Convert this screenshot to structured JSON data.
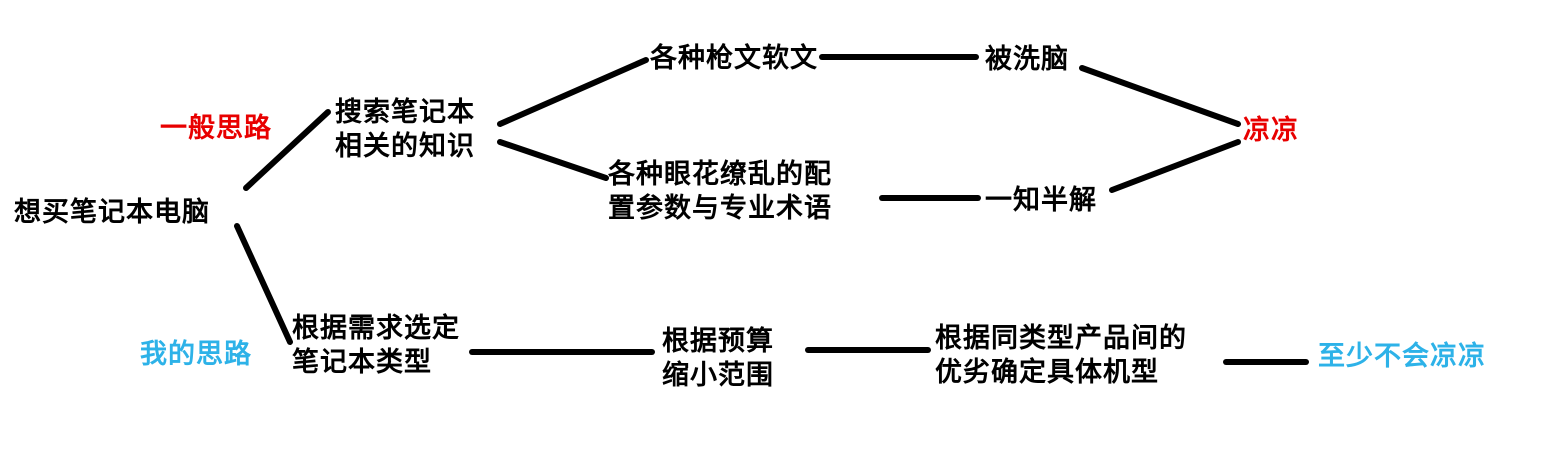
{
  "diagram": {
    "title_hint": "mind-map comparing two approaches to buying a laptop",
    "colors": {
      "text": "#000000",
      "line": "#000000",
      "red_accent": "#e80000",
      "blue_accent": "#2db2e8",
      "background": "#ffffff"
    },
    "nodes": {
      "root": {
        "text": "想买笔记本电脑"
      },
      "label_general": {
        "text": "一般思路"
      },
      "search_knowledge": {
        "line1": "搜索笔记本",
        "line2": "相关的知识"
      },
      "promo_articles": {
        "text": "各种枪文软文"
      },
      "brainwashed": {
        "text": "被洗脑"
      },
      "confusing_specs": {
        "line1": "各种眼花缭乱的配",
        "line2": "置参数与专业术语"
      },
      "half_understanding": {
        "text": "一知半解"
      },
      "doomed": {
        "text": "凉凉"
      },
      "label_mine": {
        "text": "我的思路"
      },
      "select_type": {
        "line1": "根据需求选定",
        "line2": "笔记本类型"
      },
      "narrow_budget": {
        "line1": "根据预算",
        "line2": "缩小范围"
      },
      "compare_products": {
        "line1": "根据同类型产品间的",
        "line2": "优劣确定具体机型"
      },
      "not_doomed": {
        "text": "至少不会凉凉"
      }
    }
  }
}
